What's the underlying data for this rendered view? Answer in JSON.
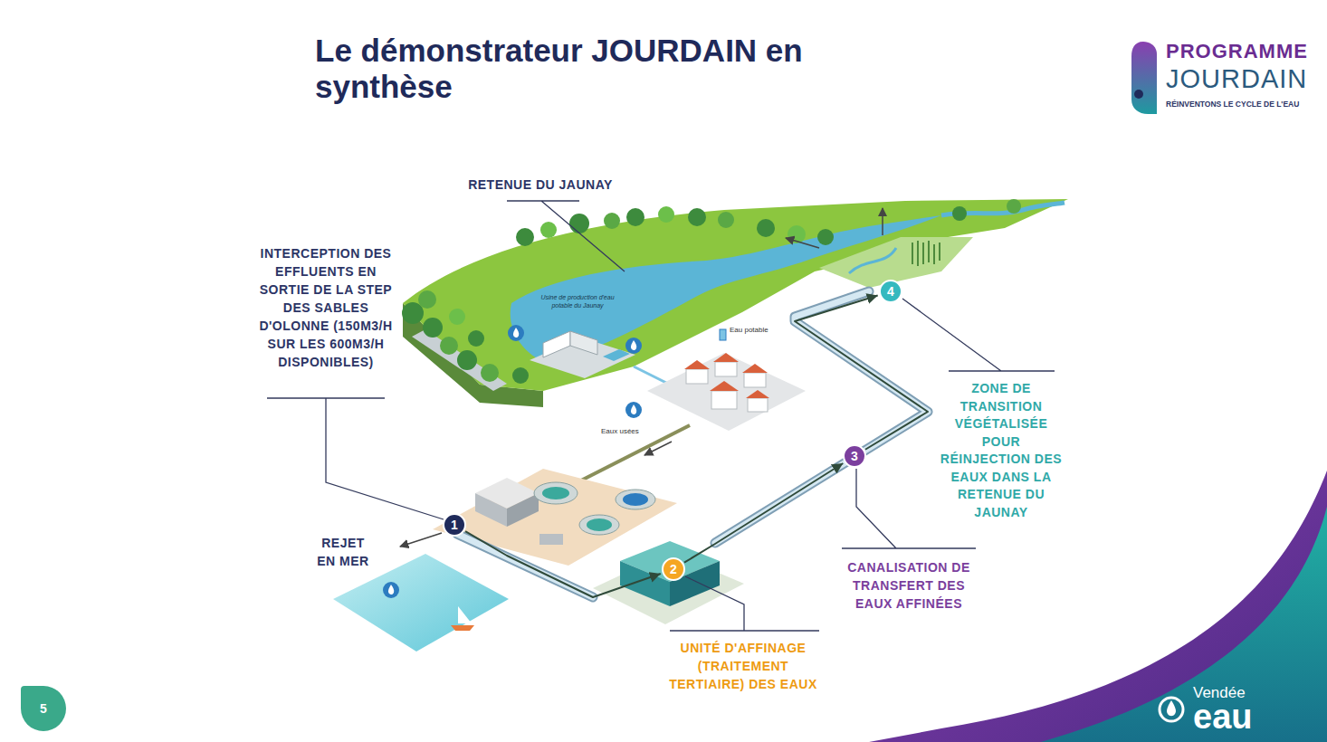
{
  "diagram": {
    "title": "Le démonstrateur JOURDAIN en synthèse",
    "nodes": [
      {
        "text": [
          "1"
        ]
      },
      {
        "text": [
          "2"
        ]
      },
      {
        "text": [
          "3"
        ]
      },
      {
        "text": [
          "4"
        ]
      },
      {
        "text": [
          "5"
        ]
      }
    ],
    "edges": [
      {
        "from": 0,
        "to": 1,
        "arrow": "to"
      },
      {
        "from": 1,
        "to": 2,
        "arrow": "to"
      },
      {
        "from": 2,
        "to": 3,
        "arrow": "to"
      }
    ],
    "labels": [
      "PROGRAMME",
      "JOURDAIN",
      "RÉINVENTONS LE CYCLE DE L'EAU",
      "RETENUE DU JAUNAY",
      "INTERCEPTION DES EFFLUENTS EN SORTIE DE LA STEP DES SABLES D'OLONNE (150M3/H SUR LES 600M3/H DISPONIBLES)",
      "Usine de production d'eau potable du Jaunay",
      "Eau potable",
      "Eaux usées",
      "REJET EN MER",
      "ZONE DE TRANSITION VÉGÉTALISÉE POUR RÉINJECTION DES EAUX DANS LA RETENUE DU JAUNAY",
      "CANALISATION DE TRANSFERT DES EAUX AFFINÉES",
      "UNITÉ D'AFFINAGE (TRAITEMENT TERTIAIRE) DES EAUX",
      "Vendée",
      "eau"
    ]
  }
}
